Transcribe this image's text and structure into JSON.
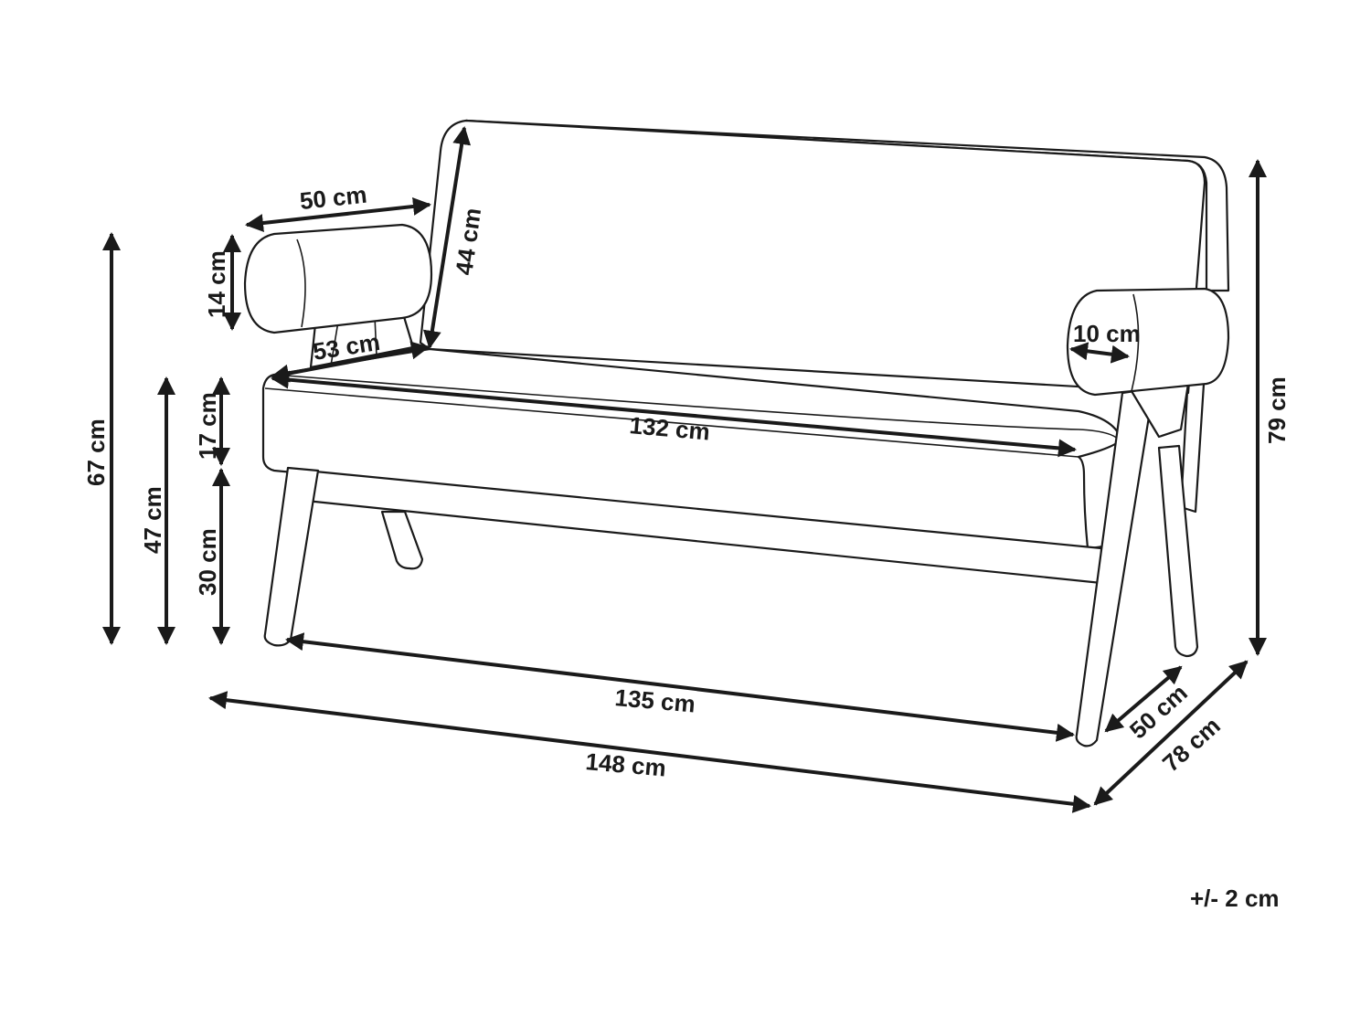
{
  "colors": {
    "line": "#1a1a1a",
    "background": "#ffffff"
  },
  "dimensions": {
    "armrest_depth": "50 cm",
    "backrest_height": "44 cm",
    "armrest_height": "14 cm",
    "seat_depth": "53 cm",
    "armrest_width": "10 cm",
    "seat_width": "132 cm",
    "cushion_height": "17 cm",
    "seat_height_frame": "30 cm",
    "seat_height": "47 cm",
    "armrest_total_height": "67 cm",
    "total_height": "79 cm",
    "leg_width": "135 cm",
    "total_width": "148 cm",
    "leg_depth": "50 cm",
    "total_depth": "78 cm"
  },
  "tolerance": "+/- 2 cm"
}
